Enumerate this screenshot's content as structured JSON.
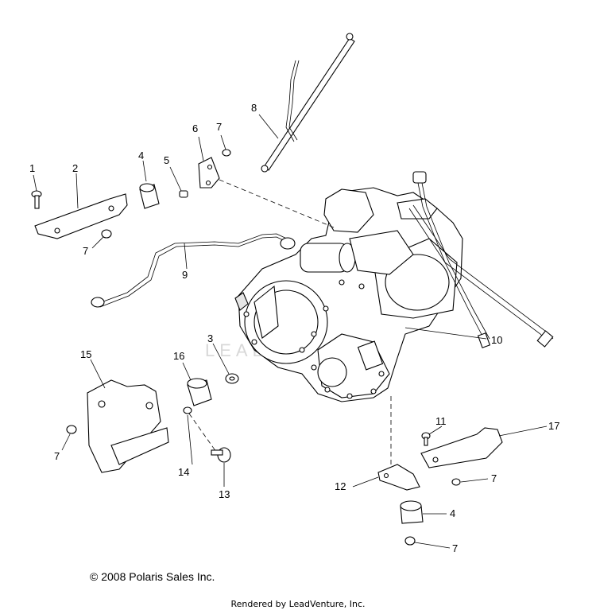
{
  "callouts": [
    "1",
    "2",
    "7",
    "4",
    "5",
    "6",
    "7",
    "8",
    "9",
    "15",
    "16",
    "3",
    "10",
    "7",
    "14",
    "13",
    "11",
    "17",
    "12",
    "7",
    "4",
    "7"
  ],
  "watermark": "LEADVENTURE",
  "copyright": "© 2008 Polaris Sales Inc.",
  "rendered_by": "Rendered by LeadVenture, Inc."
}
